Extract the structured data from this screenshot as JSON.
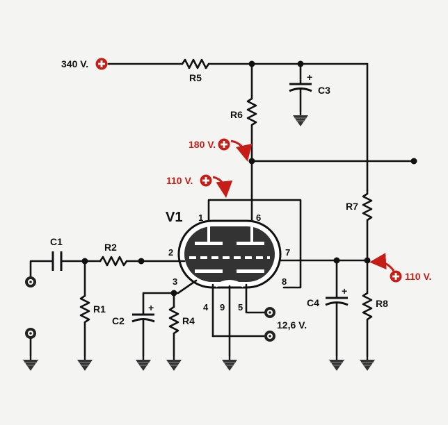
{
  "tube": {
    "name": "V1",
    "pins": [
      "1",
      "2",
      "3",
      "4",
      "5",
      "6",
      "7",
      "8",
      "9"
    ]
  },
  "components": {
    "r1": "R1",
    "r2": "R2",
    "r4": "R4",
    "r5": "R5",
    "r6": "R6",
    "r7": "R7",
    "r8": "R8",
    "c1": "C1",
    "c2": "C2",
    "c3": "C3",
    "c4": "C4"
  },
  "polarity": "+",
  "voltages": {
    "supply": "340 V.",
    "plate_divider": "180 V.",
    "plate": "110 V.",
    "cathode_out": "110 V.",
    "heater": "12,6 V."
  },
  "colors": {
    "accent": "#c61e16",
    "ink": "#111111",
    "background": "#f4f4f2"
  }
}
